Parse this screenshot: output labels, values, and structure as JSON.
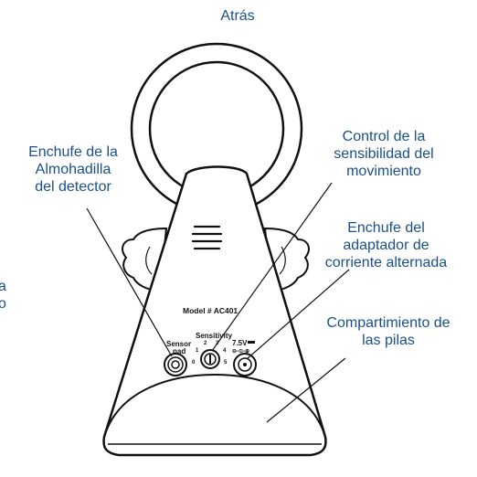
{
  "title": "Atrás",
  "labels": {
    "sensor_jack": [
      "Enchufe de la",
      "Almohadilla",
      "del detector"
    ],
    "sensitivity_control": [
      "Control de la",
      "sensibilidad del",
      "movimiento"
    ],
    "ac_adapter_jack": [
      "Enchufe del",
      "adaptador de",
      "corriente alternada"
    ],
    "battery_compartment": [
      "Compartimiento de",
      "las pilas"
    ],
    "cut_off_left": [
      "a",
      "o"
    ]
  },
  "device": {
    "model": "Model # AC401",
    "sensitivity_label": "Sensitivity",
    "sensitivity_marks": [
      "0",
      "1",
      "2",
      "3",
      "4",
      "5"
    ],
    "sensor_port_label": [
      "Sensor",
      "pad"
    ],
    "power_label": "7.5V",
    "power_symbol": "⊖-⊙-⊕"
  },
  "colors": {
    "label_text": "#1b4f8a",
    "outline": "#111111"
  }
}
